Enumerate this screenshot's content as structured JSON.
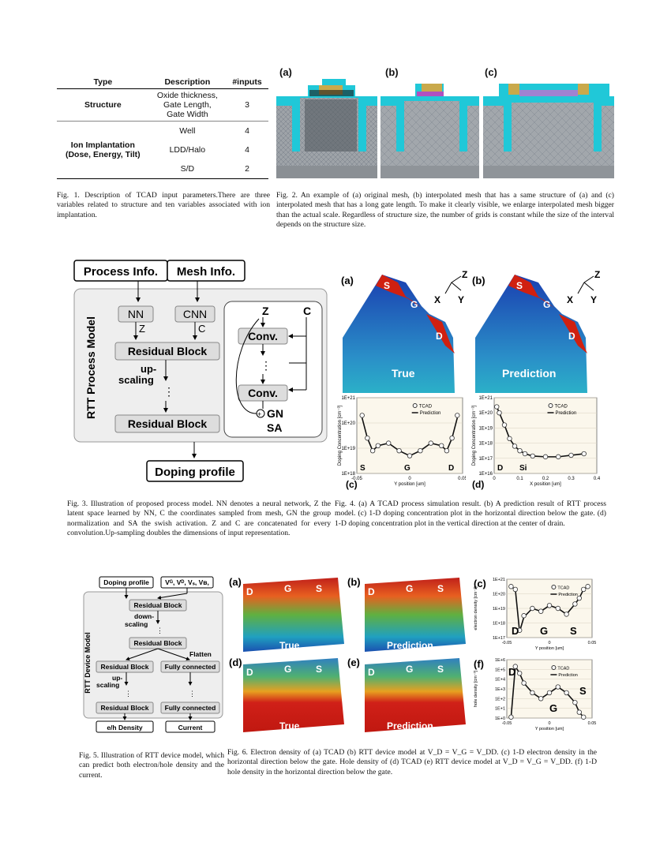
{
  "fig1": {
    "headers": [
      "Type",
      "Description",
      "#inputs"
    ],
    "structure": {
      "type": "Structure",
      "desc": [
        "Oxide thickness,",
        "Gate Length,",
        "Gate Width"
      ],
      "n": "3"
    },
    "ion": {
      "type": [
        "Ion Implantation",
        "(Dose, Energy, Tilt)"
      ],
      "rows": [
        {
          "desc": "Well",
          "n": "4"
        },
        {
          "desc": "LDD/Halo",
          "n": "4"
        },
        {
          "desc": "S/D",
          "n": "2"
        }
      ]
    },
    "caption": "Fig. 1.  Description of TCAD input parameters.There are three variables related to structure and ten variables associated with ion implantation."
  },
  "fig2": {
    "labels": [
      "(a)",
      "(b)",
      "(c)"
    ],
    "caption": "Fig. 2.  An example of (a) original mesh, (b) interpolated mesh that has a same structure of (a) and (c) interpolated mesh that has a long gate length. To make it clearly visible, we enlarge interpolated mesh bigger than the actual scale. Regardless of structure size, the number of grids is constant while the size of the interval depends on the structure size."
  },
  "fig3": {
    "process_info": "Process Info.",
    "mesh_info": "Mesh Info.",
    "nn": "NN",
    "cnn": "CNN",
    "z": "Z",
    "c": "C",
    "residual_block": "Residual Block",
    "upscaling": [
      "up-",
      "scaling"
    ],
    "model_label": "RTT Process Model",
    "conv": "Conv.",
    "gn": "GN",
    "sa": "SA",
    "doping_profile": "Doping profile",
    "caption": "Fig. 3.  Illustration of proposed process model. NN denotes a neural network, Z the latent space learned by NN, C the coordinates sampled from mesh, GN the group normalization and SA the swish activation. Z and C are concatenated for every convolution.Up-sampling doubles the dimensions of input representation."
  },
  "fig4": {
    "labels": [
      "(a)",
      "(b)",
      "(c)",
      "(d)"
    ],
    "true_label": "True",
    "prediction_label": "Prediction",
    "region_s": "S",
    "region_g": "G",
    "region_d": "D",
    "region_si": "Si",
    "axes_xyz": [
      "Z",
      "X",
      "Y"
    ],
    "legend": [
      "TCAD",
      "Prediction"
    ],
    "c_ylabel": "Doping Concentration [cm⁻³]",
    "c_xlabel": "Y position [um]",
    "d_ylabel": "Doping Concentration [cm⁻³]",
    "d_xlabel": "X position [um]",
    "c_yticks": [
      "1E+21",
      "1E+20",
      "1E+19",
      "1E+18"
    ],
    "c_xticks": [
      "-0.05",
      "0",
      "0.05"
    ],
    "d_yticks": [
      "1E+21",
      "1E+20",
      "1E+19",
      "1E+18",
      "1E+17",
      "1E+16"
    ],
    "d_xticks": [
      "0",
      "0.1",
      "0.2",
      "0.3",
      "0.4"
    ],
    "caption": "Fig. 4.  (a) A TCAD process simulation result. (b) A prediction result of RTT process model. (c) 1-D doping concentration plot in the horizontal direction below the gate. (d) 1-D doping concentration plot in the vertical direction at the center of drain."
  },
  "fig5": {
    "doping_profile": "Doping profile",
    "inputs": "Vᴳ, Vᴰ, Vₛ, Vʙ,",
    "residual_block": "Residual Block",
    "downscaling": [
      "down-",
      "scaling"
    ],
    "upscaling": [
      "up-",
      "scaling"
    ],
    "flatten": "Flatten",
    "fully_connected": "Fully connected",
    "eh_density": "e/h Density",
    "current": "Current",
    "model_label": "RTT Device Model",
    "caption": "Fig. 5.  Illustration of RTT device model, which can predict both electron/hole density and the current."
  },
  "fig6": {
    "labels": [
      "(a)",
      "(b)",
      "(c)",
      "(d)",
      "(e)",
      "(f)"
    ],
    "true_label": "True",
    "prediction_label": "Prediction",
    "legend": [
      "TCAD",
      "Prediction"
    ],
    "c_ylabel": "electron density [cm⁻³]",
    "f_ylabel": "hole density [cm⁻³]",
    "xlabel": "Y position [um]",
    "c_yticks": [
      "1E+21",
      "1E+20",
      "1E+19",
      "1E+18",
      "1E+17"
    ],
    "f_yticks": [
      "1E+6",
      "1E+5",
      "1E+4",
      "1E+3",
      "1E+2",
      "1E+1",
      "1E+0"
    ],
    "xticks": [
      "-0.05",
      "0",
      "0.05"
    ],
    "caption": "Fig. 6.  Electron density of (a) TCAD (b) RTT device model at V_D = V_G = V_DD. (c) 1-D electron density in the horizontal direction below the gate. Hole density of (d) TCAD (e) RTT device model at V_D = V_G = V_DD. (f) 1-D hole density in the horizontal direction below the gate."
  },
  "chart_data": [
    {
      "type": "scatter",
      "panel": "Fig. 4 (c)",
      "xlabel": "Y position [um]",
      "ylabel": "Doping Concentration [cm-3]",
      "xlim": [
        -0.05,
        0.05
      ],
      "ylim_log10": [
        18,
        21
      ],
      "series": [
        {
          "name": "TCAD",
          "x": [
            -0.045,
            -0.04,
            -0.035,
            -0.03,
            -0.02,
            -0.01,
            0,
            0.01,
            0.02,
            0.03,
            0.035,
            0.04,
            0.045
          ],
          "y_log10": [
            20.3,
            19.4,
            18.9,
            19.1,
            19.2,
            18.9,
            18.7,
            18.9,
            19.2,
            19.1,
            18.9,
            19.4,
            20.3
          ]
        },
        {
          "name": "Prediction",
          "x": [
            -0.045,
            -0.04,
            -0.035,
            -0.03,
            -0.02,
            -0.01,
            0,
            0.01,
            0.02,
            0.03,
            0.035,
            0.04,
            0.045
          ],
          "y_log10": [
            20.2,
            19.4,
            18.9,
            19.1,
            19.2,
            18.9,
            18.7,
            18.9,
            19.2,
            19.1,
            18.9,
            19.4,
            20.2
          ]
        }
      ]
    },
    {
      "type": "scatter",
      "panel": "Fig. 4 (d)",
      "xlabel": "X position [um]",
      "ylabel": "Doping Concentration [cm-3]",
      "xlim": [
        0,
        0.4
      ],
      "ylim_log10": [
        16,
        21
      ],
      "series": [
        {
          "name": "TCAD",
          "x": [
            0.01,
            0.02,
            0.04,
            0.06,
            0.08,
            0.1,
            0.12,
            0.15,
            0.2,
            0.25,
            0.3,
            0.35
          ],
          "y_log10": [
            20.4,
            20,
            19.2,
            18.3,
            17.8,
            17.5,
            17.3,
            17.15,
            17.1,
            17.1,
            17.2,
            17.3
          ]
        },
        {
          "name": "Prediction",
          "x": [
            0.01,
            0.02,
            0.04,
            0.06,
            0.08,
            0.1,
            0.12,
            0.15,
            0.2,
            0.25,
            0.3,
            0.35
          ],
          "y_log10": [
            20.4,
            20,
            19.2,
            18.3,
            17.8,
            17.5,
            17.3,
            17.15,
            17.1,
            17.1,
            17.2,
            17.3
          ]
        }
      ]
    },
    {
      "type": "scatter",
      "panel": "Fig. 6 (c)",
      "xlabel": "Y position [um]",
      "ylabel": "electron density [cm-3]",
      "xlim": [
        -0.05,
        0.05
      ],
      "ylim_log10": [
        17,
        21
      ],
      "series": [
        {
          "name": "TCAD",
          "x": [
            -0.045,
            -0.04,
            -0.035,
            -0.03,
            -0.02,
            -0.01,
            0,
            0.01,
            0.02,
            0.03,
            0.035,
            0.04,
            0.045
          ],
          "y_log10": [
            20.5,
            20.3,
            17.5,
            18.5,
            19.0,
            18.8,
            19.2,
            19.0,
            18.6,
            19.3,
            19.7,
            20.3,
            20.5
          ]
        },
        {
          "name": "Prediction",
          "x": [
            -0.045,
            -0.04,
            -0.035,
            -0.03,
            -0.02,
            -0.01,
            0,
            0.01,
            0.02,
            0.03,
            0.035,
            0.04,
            0.045
          ],
          "y_log10": [
            20.5,
            20.3,
            17.4,
            18.4,
            19.0,
            18.8,
            19.2,
            19.0,
            18.6,
            19.3,
            19.7,
            20.3,
            20.5
          ]
        }
      ]
    },
    {
      "type": "scatter",
      "panel": "Fig. 6 (f)",
      "xlabel": "Y position [um]",
      "ylabel": "hole density [cm-3]",
      "xlim": [
        -0.05,
        0.05
      ],
      "ylim_log10": [
        0,
        6
      ],
      "series": [
        {
          "name": "TCAD",
          "x": [
            -0.045,
            -0.04,
            -0.035,
            -0.03,
            -0.02,
            -0.01,
            0,
            0.01,
            0.02,
            0.03,
            0.035,
            0.04
          ],
          "y_log10": [
            0.1,
            5.3,
            4.6,
            3.6,
            2.6,
            2.0,
            2.6,
            3.2,
            2.6,
            1.6,
            0.6,
            0.1
          ]
        },
        {
          "name": "Prediction",
          "x": [
            -0.045,
            -0.04,
            -0.035,
            -0.03,
            -0.02,
            -0.01,
            0,
            0.01,
            0.02,
            0.03,
            0.035,
            0.04
          ],
          "y_log10": [
            0.1,
            5.3,
            4.6,
            3.6,
            2.6,
            2.0,
            2.6,
            3.2,
            2.6,
            1.6,
            0.6,
            0.1
          ]
        }
      ]
    }
  ]
}
